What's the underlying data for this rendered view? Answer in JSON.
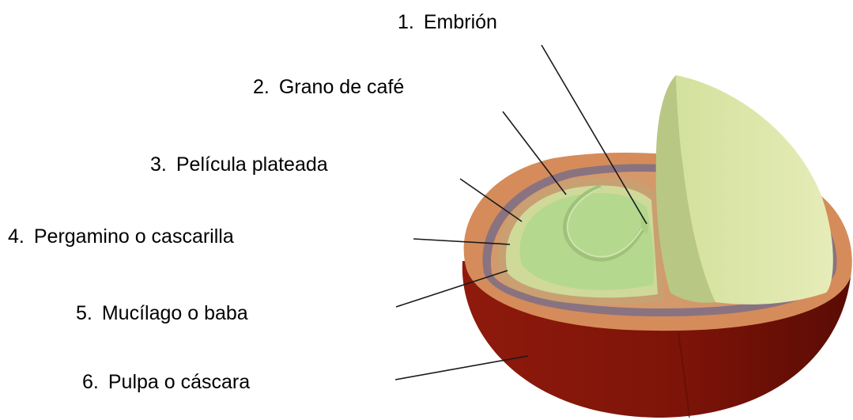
{
  "labels": [
    {
      "number": "1.",
      "text": "Embrión"
    },
    {
      "number": "2.",
      "text": "Grano de café"
    },
    {
      "number": "3.",
      "text": "Película plateada"
    },
    {
      "number": "4.",
      "text": "Pergamino o cascarilla"
    },
    {
      "number": "5.",
      "text": "Mucílago o baba"
    },
    {
      "number": "6.",
      "text": "Pulpa o cáscara"
    }
  ],
  "colors": {
    "pulp_dark": "#7a1208",
    "pulp_mid": "#8e1a0c",
    "mucilage": "#d58c5a",
    "parchment": "#8a7380",
    "silverskin": "#c9a072",
    "bean_light": "#c8de9c",
    "bean_face": "#b5d88f",
    "bean_half": "#d7e3a2",
    "bean_half_side": "#b9c784",
    "leader_line": "#1a1a1a"
  }
}
